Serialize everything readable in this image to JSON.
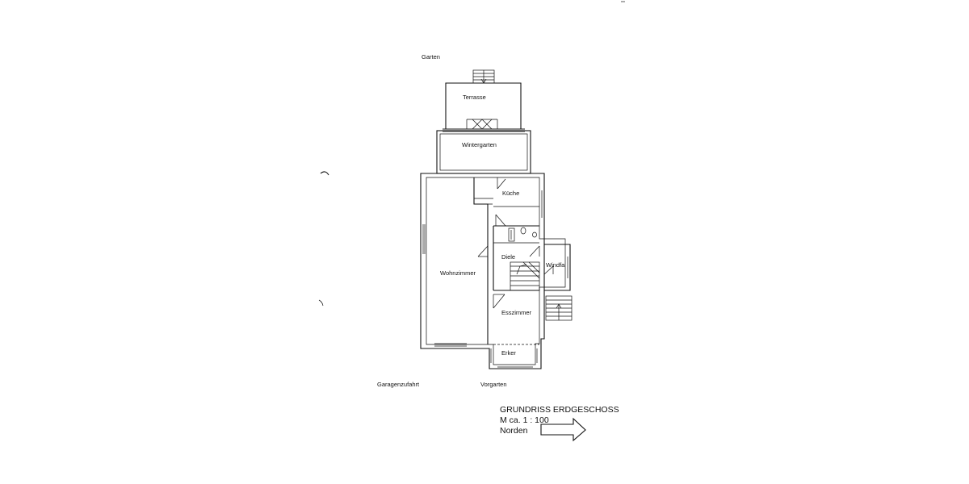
{
  "rooms": {
    "garten": "Garten",
    "terrasse": "Terrasse",
    "wintergarten": "Wintergarten",
    "kueche": "Küche",
    "wohnzimmer": "Wohnzimmer",
    "diele": "Diele",
    "windfang": "Windfa",
    "esszimmer": "Esszimmer",
    "erker": "Erker",
    "garagenzufahrt": "Garagenzufahrt",
    "vorgarten": "Vorgarten"
  },
  "legend": {
    "title": "GRUNDRISS ERDGESCHOSS",
    "scale": "M ca. 1 : 100",
    "north": "Norden"
  },
  "icons": [
    "north-arrow-icon",
    "stair-icon",
    "door-swing-icon",
    "toilet-icon"
  ]
}
